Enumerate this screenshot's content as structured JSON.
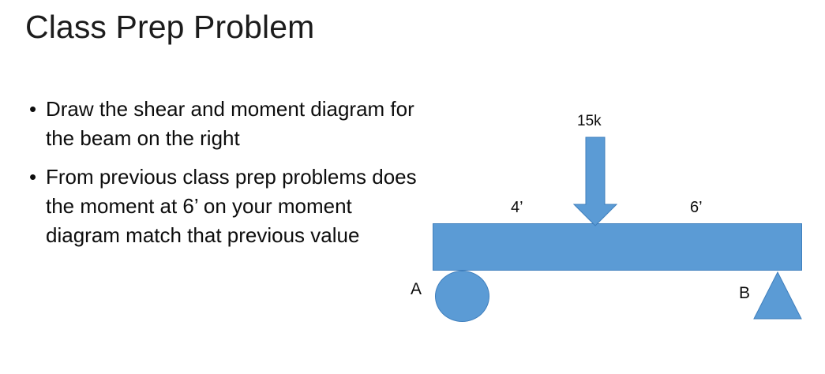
{
  "slide": {
    "title": "Class Prep Problem",
    "background_color": "#ffffff",
    "text_color": "#0d0d0d"
  },
  "bullets": [
    {
      "marker": "•",
      "text": "Draw the shear and moment diagram for the beam on the right"
    },
    {
      "marker": "•",
      "text": "From previous class prep problems does the moment at 6’ on your moment diagram match that previous value"
    }
  ],
  "diagram": {
    "name": "simply-supported-beam-with-point-load",
    "accent_color": "#5b9bd5",
    "outline_color": "#3f7fbd",
    "load_label": "15k",
    "dimension_left": "4’",
    "dimension_right": "6’",
    "support_a_label": "A",
    "support_b_label": "B",
    "support_a_type": "roller",
    "support_b_type": "pin"
  }
}
